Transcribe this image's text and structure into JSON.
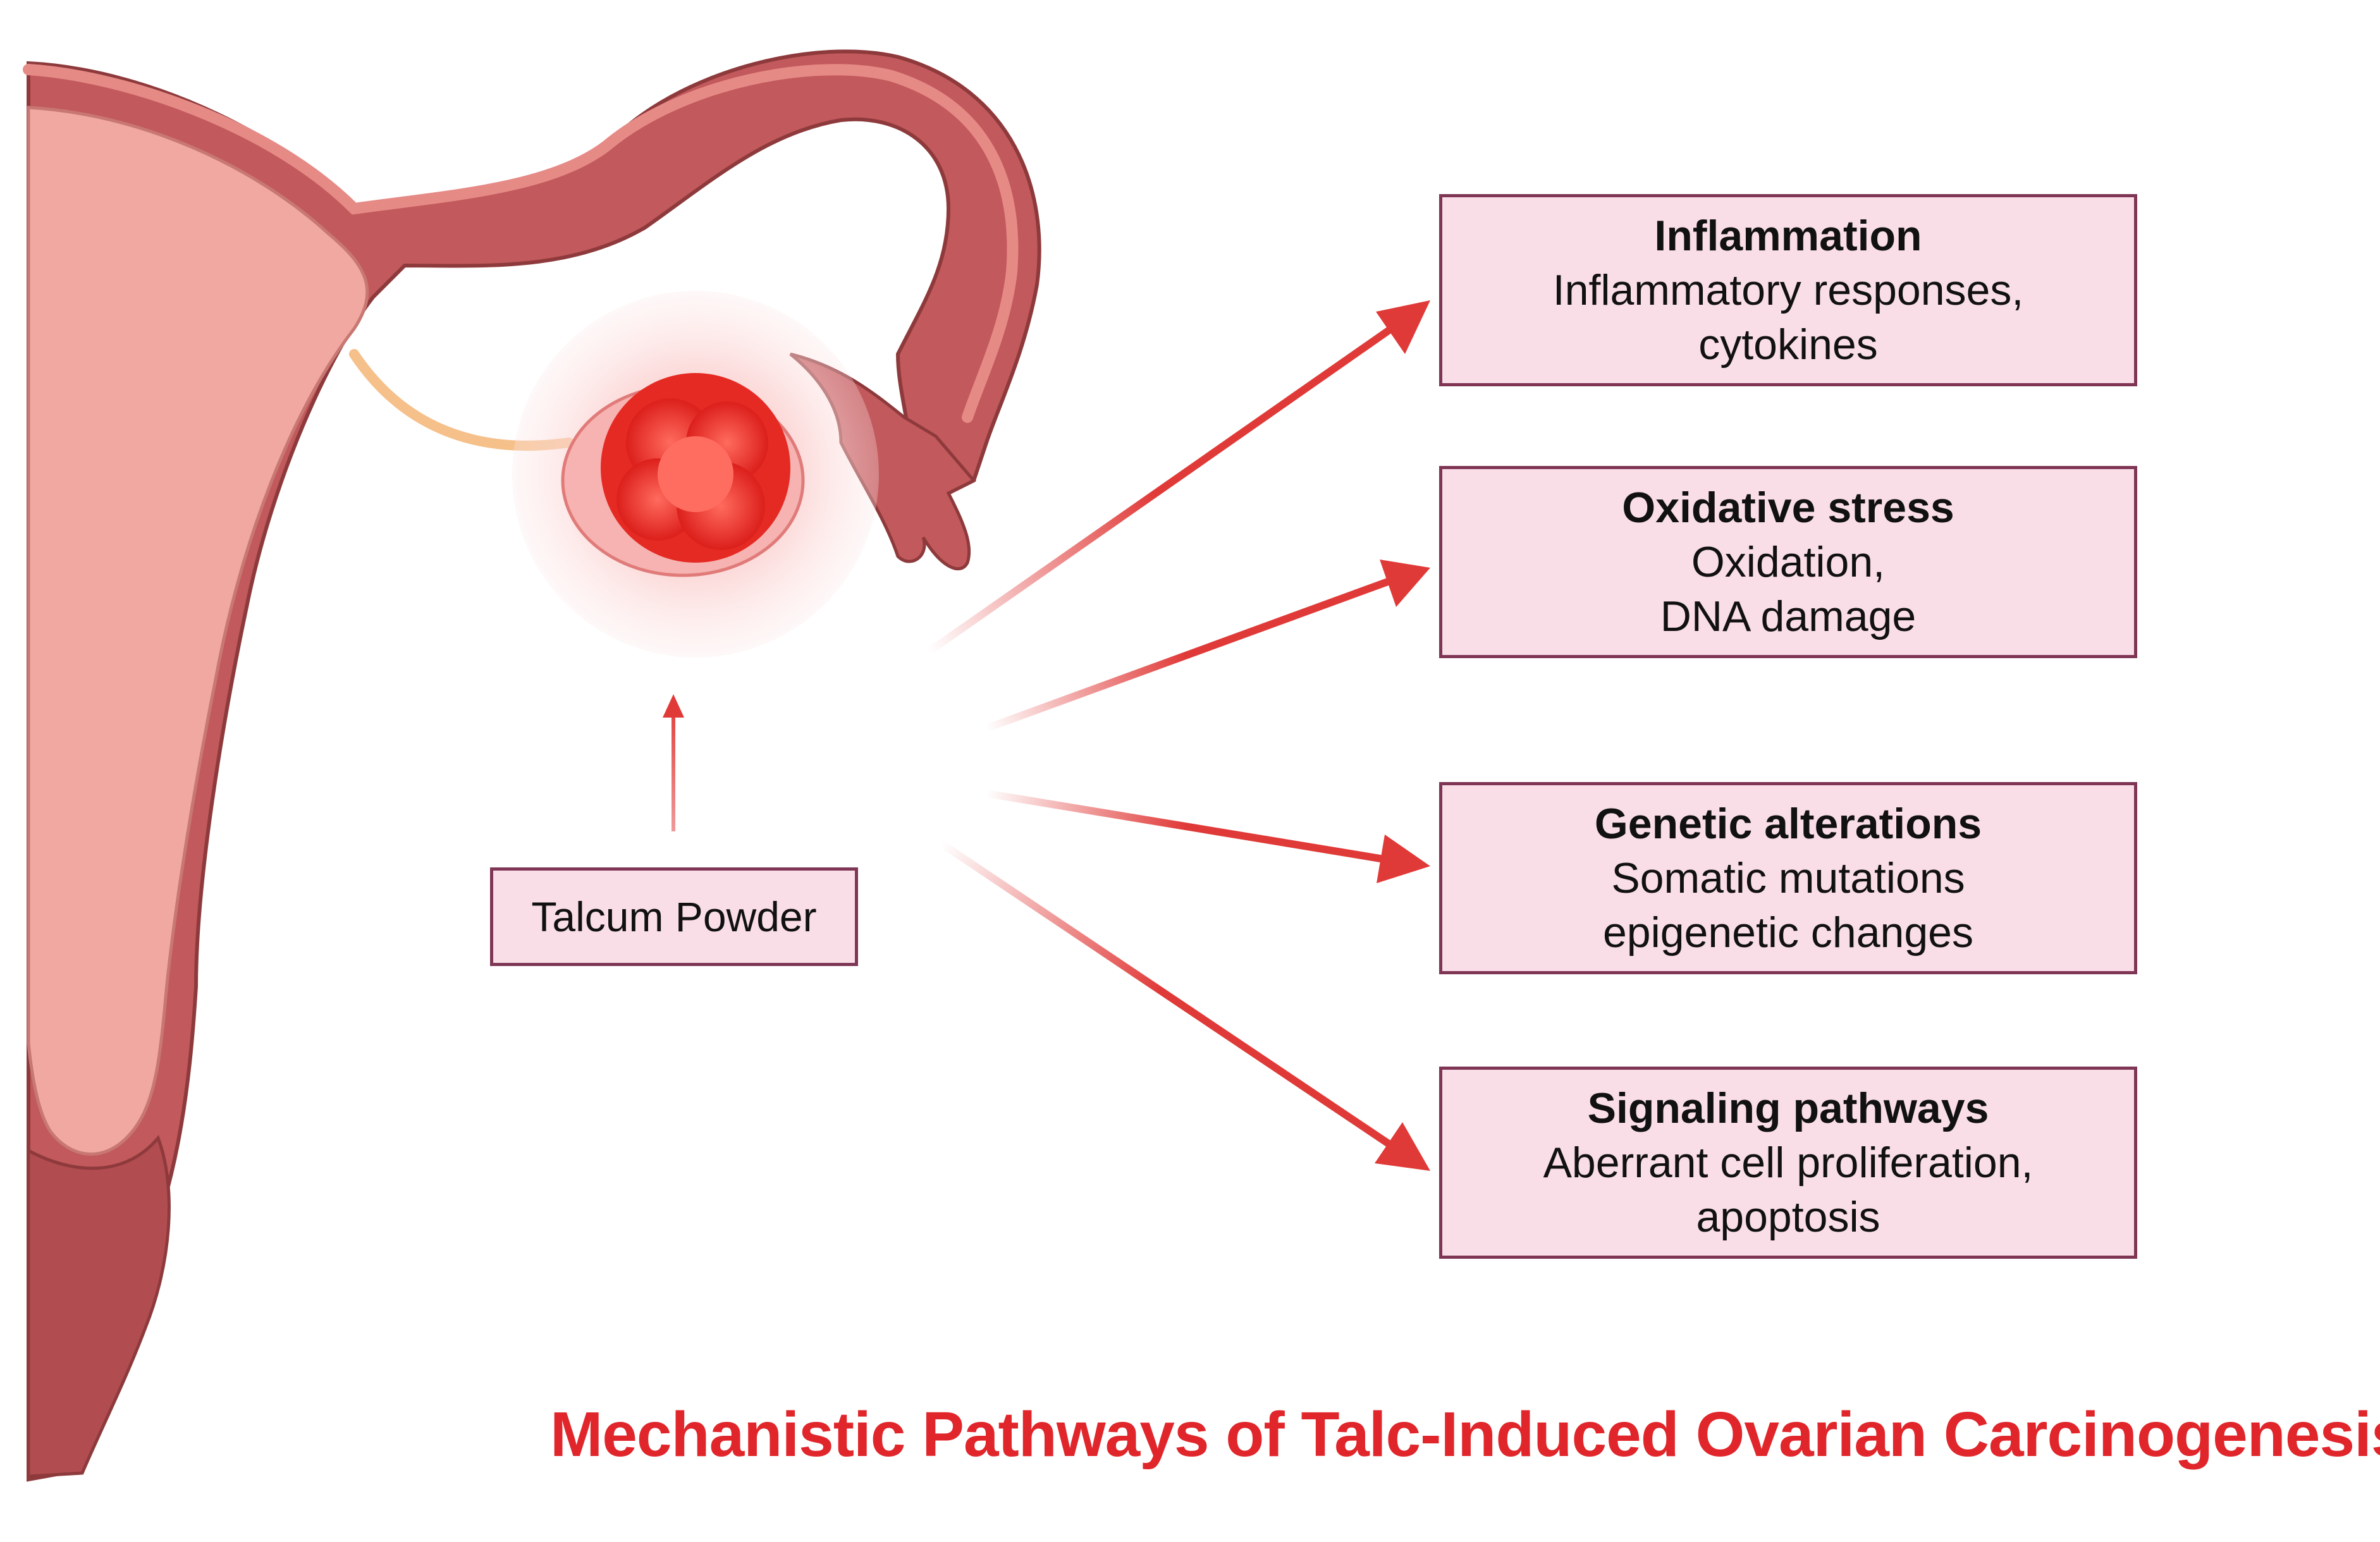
{
  "colors": {
    "arrow": "#e03a38",
    "box_fill": "#f9dde7",
    "box_border": "#7e3654",
    "title": "#e0262b",
    "uterus_dark": "#c2595c",
    "uterus_light": "#f0a8a0",
    "tumor": "#e8231f"
  },
  "icons": [
    "uterus-illustration",
    "ovary-tumor-icon",
    "fallopian-tube-icon"
  ],
  "talc_box": {
    "label": "Talcum Powder"
  },
  "pathways": [
    {
      "title": "Inflammation",
      "lines": [
        "Inflammatory responses,",
        "cytokines"
      ]
    },
    {
      "title": "Oxidative stress",
      "lines": [
        "Oxidation,",
        "DNA damage"
      ]
    },
    {
      "title": "Genetic alterations",
      "lines": [
        "Somatic mutations",
        "epigenetic changes"
      ]
    },
    {
      "title": "Signaling pathways",
      "lines": [
        "Aberrant cell proliferation,",
        "apoptosis"
      ]
    }
  ],
  "figure_title": "Mechanistic Pathways of Talc-Induced Ovarian Carcinogenesis"
}
